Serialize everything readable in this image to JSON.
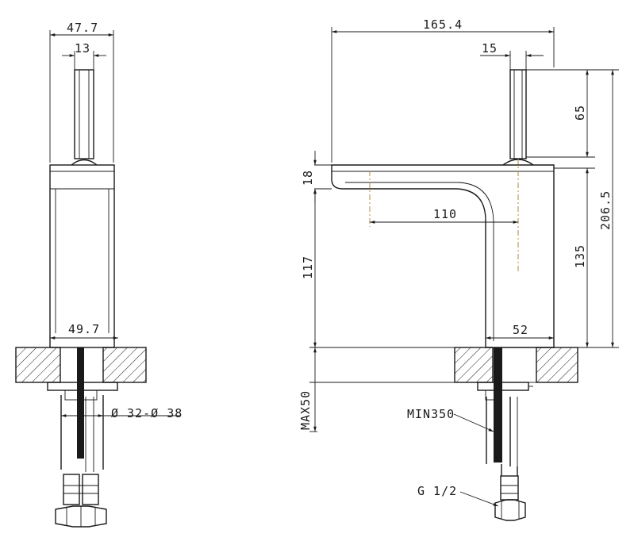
{
  "left_view": {
    "dims": {
      "top_width": "47.7",
      "handle_width": "13",
      "base_width": "49.7",
      "hole_dia": "Ø 32-Ø 38"
    }
  },
  "right_view": {
    "dims": {
      "overall_length": "165.4",
      "handle_width": "15",
      "handle_height": "65",
      "overall_height": "206.5",
      "spout_thickness": "18",
      "reach": "110",
      "body_height": "135",
      "spout_height": "117",
      "base_width": "52",
      "max_deck": "MAX50",
      "hose_length": "MIN350",
      "thread": "G 1/2"
    }
  },
  "colors": {
    "line": "#1a1a1a",
    "centerline": "#b08a4a",
    "background": "#ffffff"
  }
}
